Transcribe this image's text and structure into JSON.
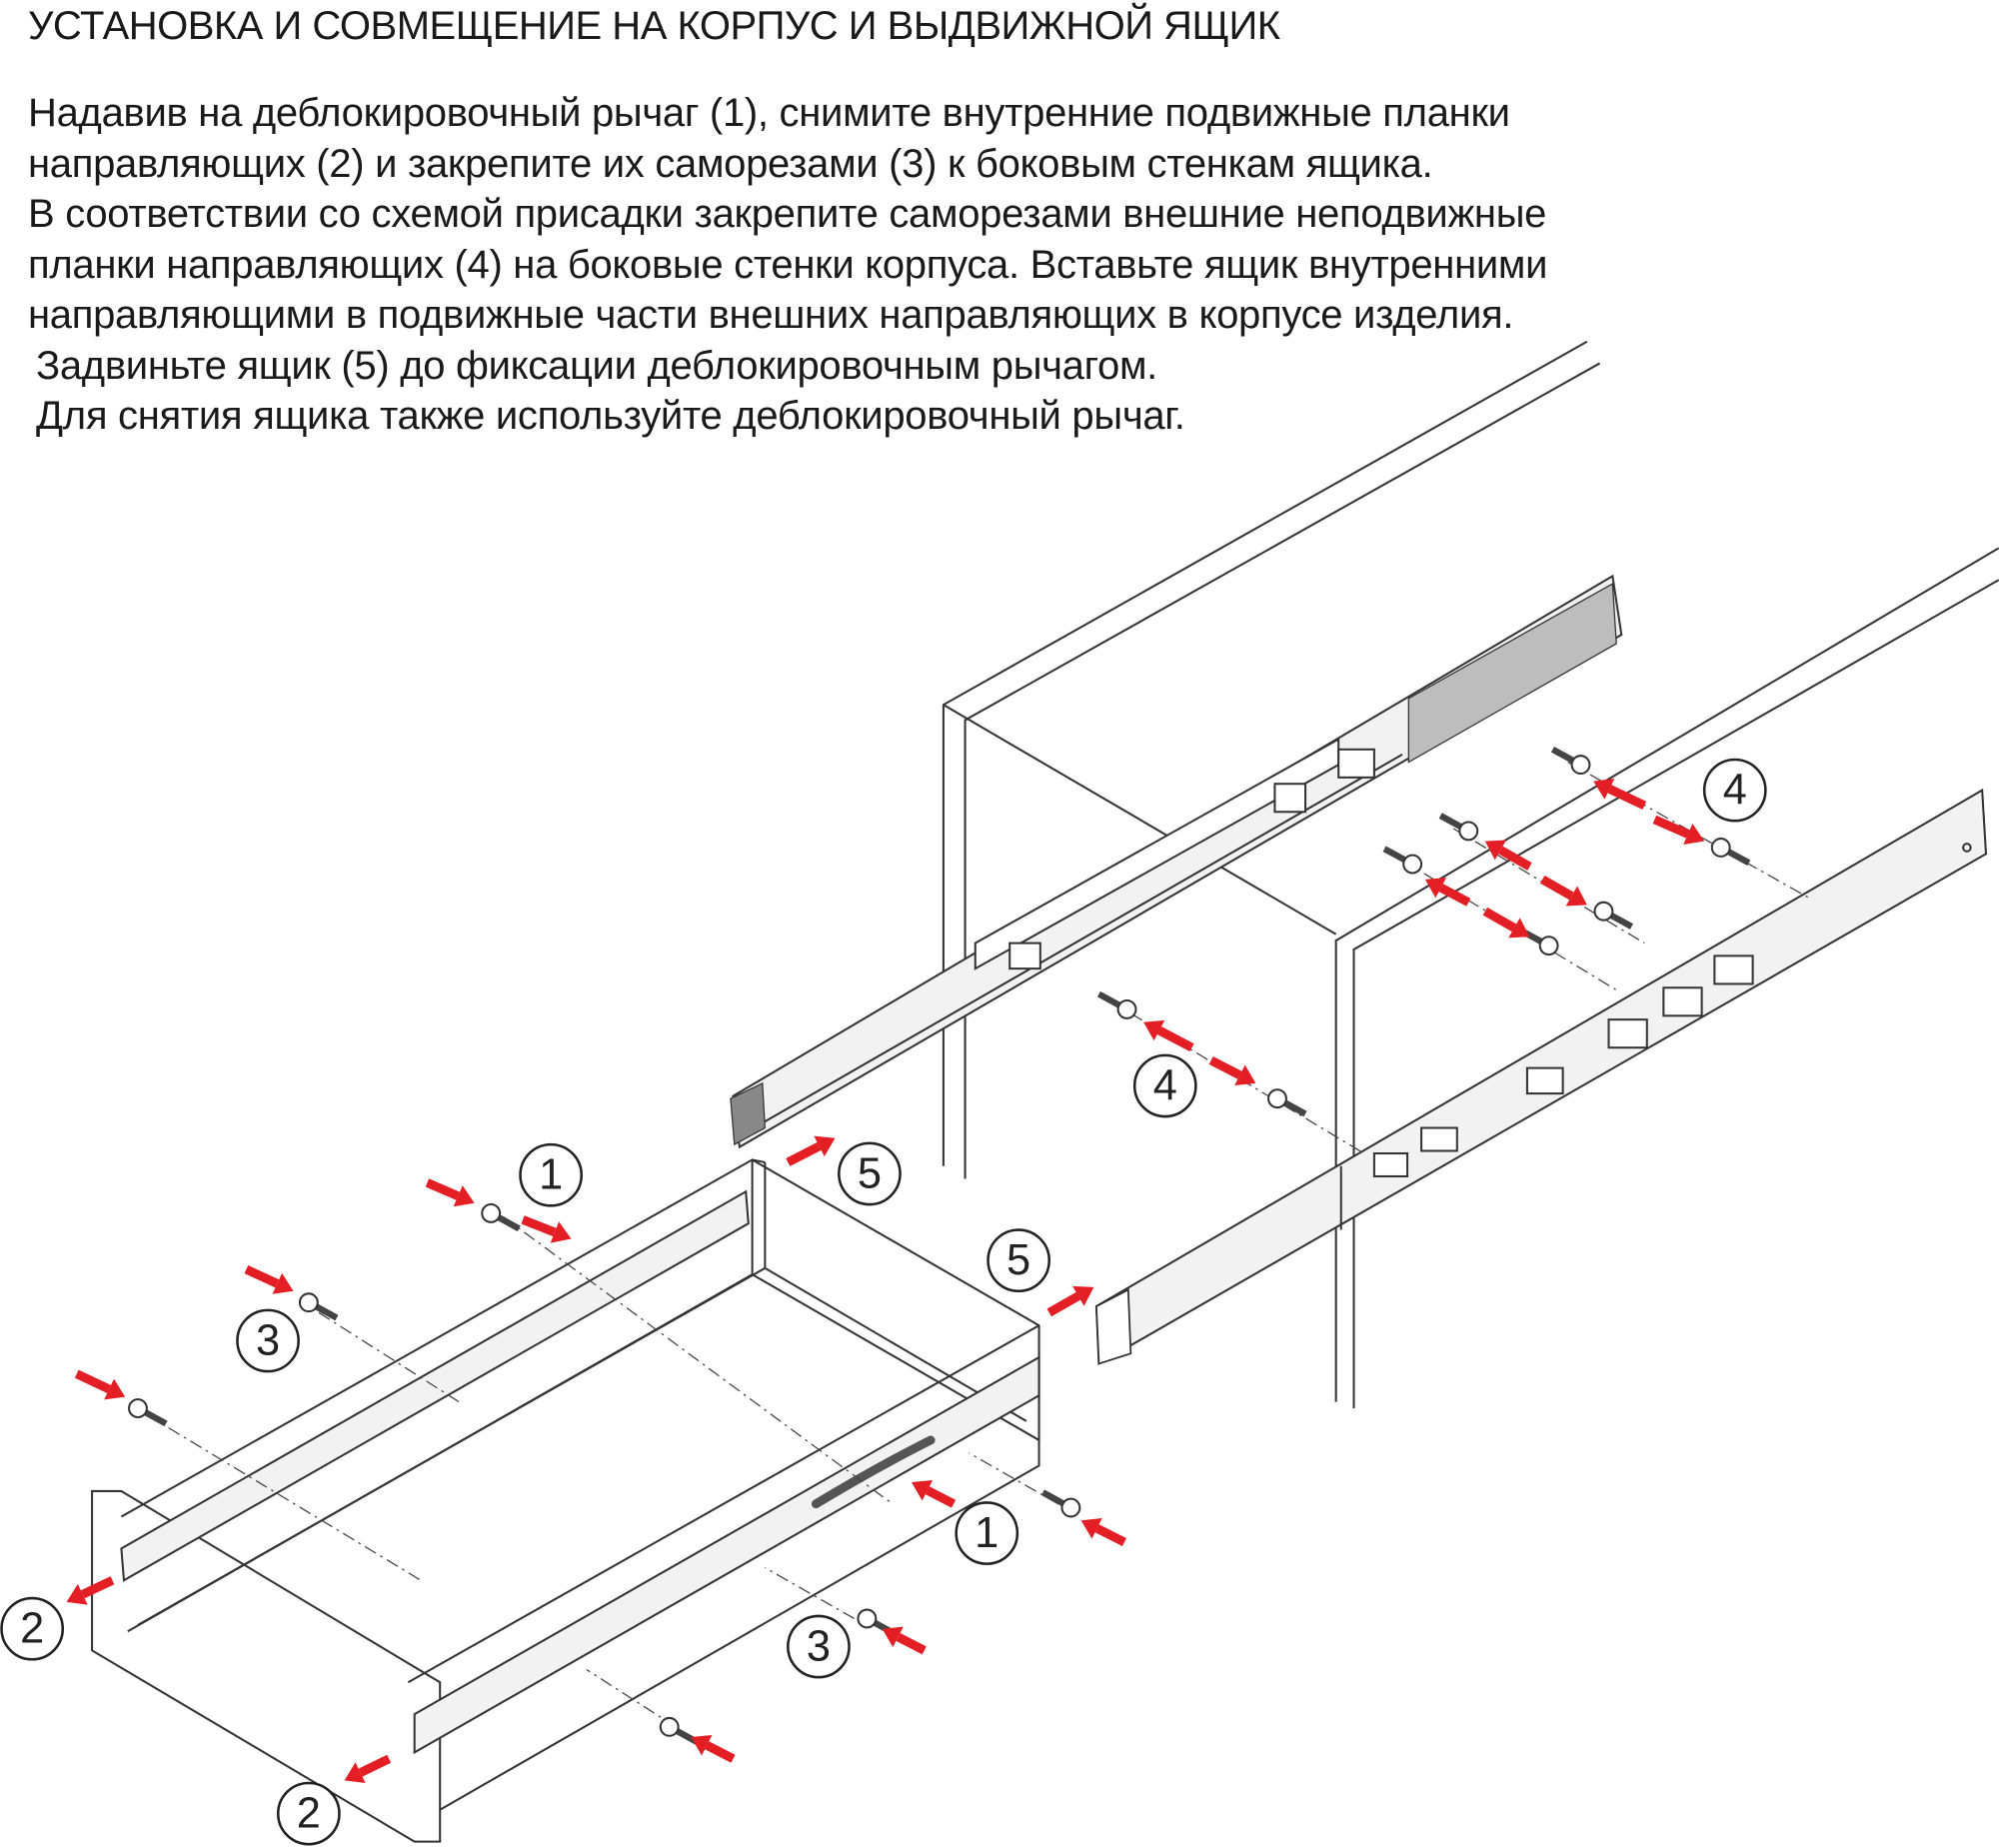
{
  "title": "УСТАНОВКА И СОВМЕЩЕНИЕ НА КОРПУС И ВЫДВИЖНОЙ ЯЩИК",
  "instructions": [
    "Надавив на деблокировочный рычаг (1), снимите внутренние подвижные планки",
    "направляющих (2) и закрепите их саморезами (3) к боковым стенкам ящика.",
    "В соответствии со схемой присадки закрепите саморезами внешние неподвижные",
    "планки направляющих (4) на боковые стенки корпуса.  Вставьте ящик внутренними",
    "направляющими в подвижные части внешних направляющих в корпусе изделия.",
    "Задвиньте ящик (5) до фиксации деблокировочным рычагом.",
    "Для снятия ящика также используйте деблокировочный рычаг."
  ],
  "callouts": {
    "release_lever": "1",
    "inner_rail": "2",
    "drawer_screw": "3",
    "outer_rail": "4",
    "insert_drawer": "5"
  },
  "colors": {
    "arrow": "#e31e24",
    "line": "#333333"
  }
}
